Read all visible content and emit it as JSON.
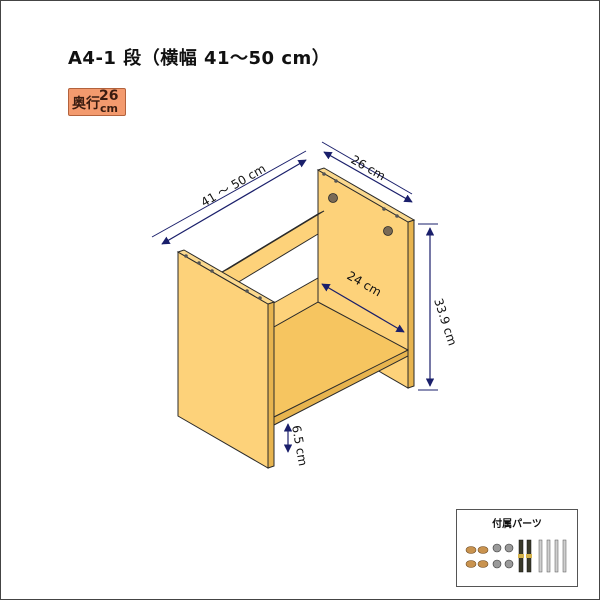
{
  "title": "A4-1 段（横幅 41～50 cm）",
  "badge": {
    "label": "奥行",
    "value": "26",
    "unit": "cm"
  },
  "dimensions": {
    "width": "41 ～ 50 cm",
    "depth": "26 cm",
    "inner_depth": "24 cm",
    "height": "33.9 cm",
    "shelf_height": "6.5 cm"
  },
  "parts": {
    "title": "付属パーツ"
  },
  "colors": {
    "panel_front": "#fdd27a",
    "panel_side": "#f6c560",
    "panel_top": "#fbd98e",
    "outline": "#2a2a2a",
    "dimension_line": "#1a1f6b",
    "badge": "#f39a6e"
  }
}
